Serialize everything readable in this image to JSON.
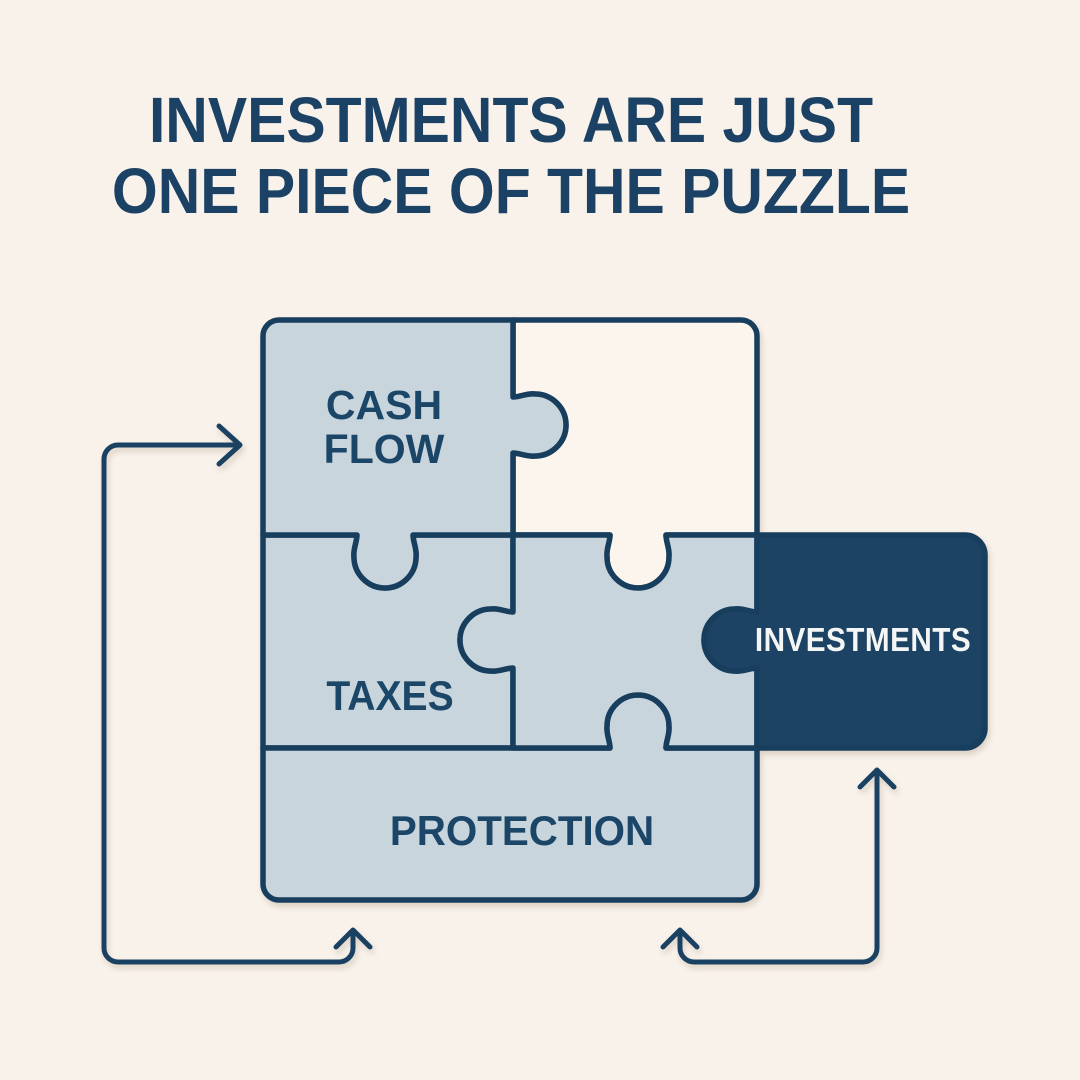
{
  "title": {
    "line1": "INVESTMENTS ARE JUST",
    "line2": "ONE PIECE OF THE PUZZLE"
  },
  "pieces": {
    "cash_flow": {
      "label_line1": "CASH",
      "label_line2": "FLOW"
    },
    "taxes": {
      "label": "TAXES"
    },
    "protection": {
      "label": "PROTECTION"
    },
    "middle": {
      "label": ""
    },
    "empty_slot": {
      "label": ""
    },
    "investments": {
      "label": "INVESTMENTS"
    }
  },
  "icons": {
    "left_loop_heads": [
      "arrow-right-icon",
      "arrow-up-icon"
    ],
    "right_loop_heads": [
      "arrow-up-icon",
      "arrow-up-icon"
    ]
  },
  "colors": {
    "background": "#F8F2EB",
    "piece_light": "#C8D5DD",
    "piece_empty": "#FBF5EE",
    "piece_dark": "#1C4363",
    "outline": "#183E5E",
    "arrow": "#1A4161",
    "title_text": "#1B4164",
    "label_text": "#1B4668",
    "investments_text": "#F4F6F5"
  }
}
